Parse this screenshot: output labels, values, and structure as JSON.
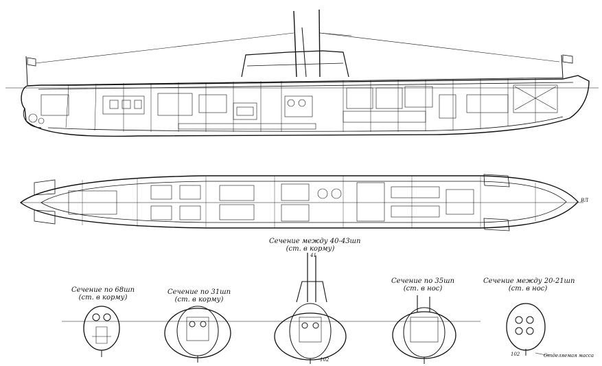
{
  "section_captions": [
    {
      "line1": "Сечение по 68шп",
      "line2": "(ст. в корму)"
    },
    {
      "line1": "Сечение по 31шп",
      "line2": "(ст. в корму)"
    },
    {
      "line1": "Сечение между 40-43шп",
      "line2": "(ст. в корму)"
    },
    {
      "line1": "Сечение по 35шп",
      "line2": "(ст. в нос)"
    },
    {
      "line1": "Сечение между 20-21шп",
      "line2": "(ст. в нос)"
    }
  ],
  "labels": {
    "waterline": "ВЛ",
    "ballast_keel": "Отделяемая масса",
    "ref_102_a": "102",
    "ref_102_b": "102",
    "ref_41": "41"
  }
}
